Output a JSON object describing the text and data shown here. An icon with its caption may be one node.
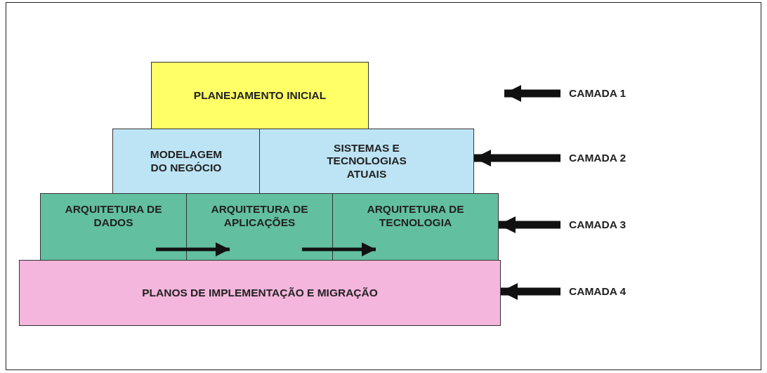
{
  "diagram": {
    "nodes": [
      {
        "text": [
          "PLANEJAMENTO INICIAL"
        ]
      },
      {
        "text": [
          "MODELAGEM DO NEGÓCIO"
        ]
      },
      {
        "text": [
          "SISTEMAS E TECNOLOGIAS ATUAIS"
        ]
      },
      {
        "text": [
          "ARQUITETURA DE DADOS"
        ]
      },
      {
        "text": [
          "ARQUITETURA DE APLICAÇÕES"
        ]
      },
      {
        "text": [
          "ARQUITETURA DE TECNOLOGIA"
        ]
      },
      {
        "text": [
          "PLANOS DE IMPLEMENTAÇÃO E MIGRAÇÃO"
        ]
      },
      {
        "text": [
          "CAMADA 1"
        ]
      },
      {
        "text": [
          "CAMADA 2"
        ]
      },
      {
        "text": [
          "CAMADA 3"
        ]
      },
      {
        "text": [
          "CAMADA 4"
        ]
      }
    ],
    "edges": [
      {
        "from": 3,
        "to": 4,
        "arrow": "to"
      },
      {
        "from": 4,
        "to": 5,
        "arrow": "to"
      },
      {
        "from": 7,
        "to": null,
        "arrow": "to"
      },
      {
        "from": 8,
        "to": 2,
        "arrow": "to"
      },
      {
        "from": 9,
        "to": 5,
        "arrow": "to"
      },
      {
        "from": 10,
        "to": 6,
        "arrow": "to"
      }
    ]
  }
}
